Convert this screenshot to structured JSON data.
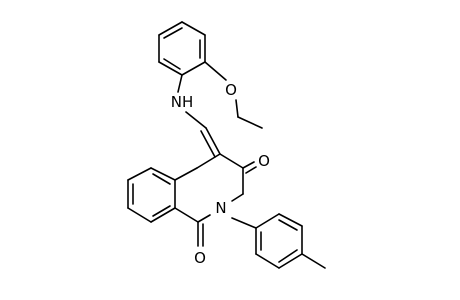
{
  "molecule": {
    "atom_labels": {
      "nh": "NH",
      "o_ether": "O",
      "o_ketone": "O",
      "n_ring": "N",
      "o_amide": "O"
    }
  }
}
